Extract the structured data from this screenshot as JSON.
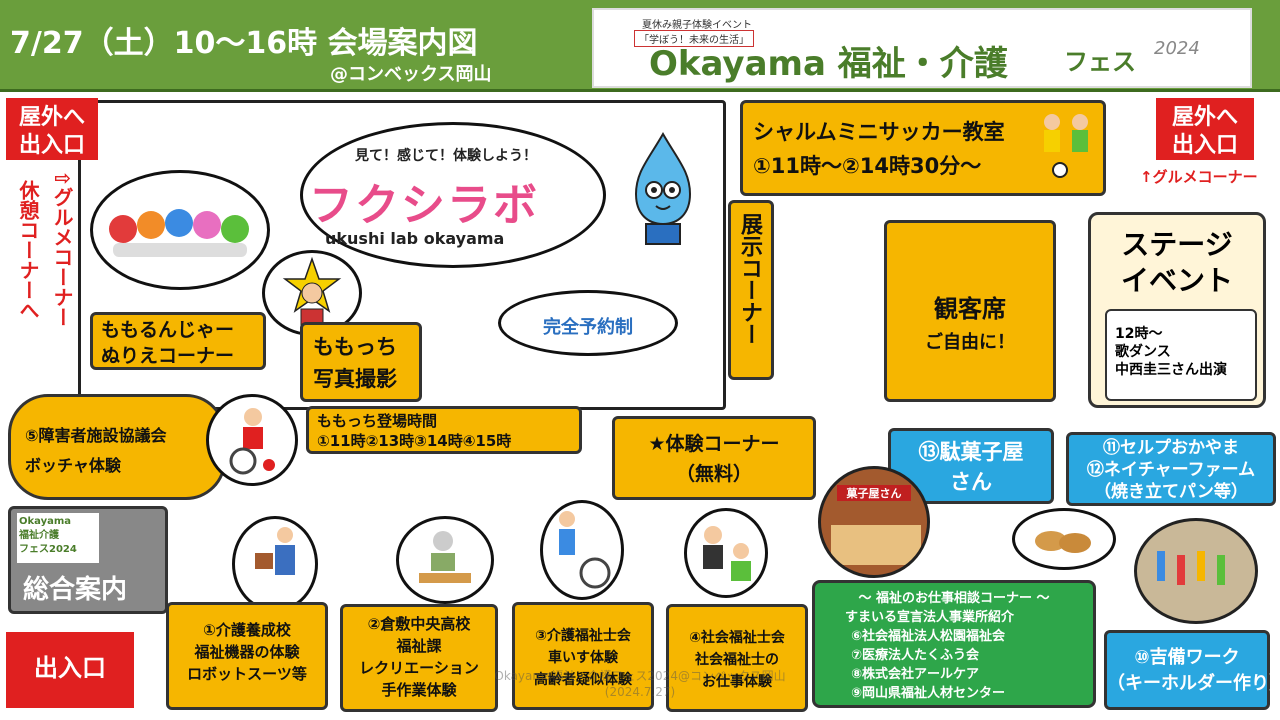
{
  "header": {
    "title": "7/27（土）10〜16時 会場案内図",
    "venue": "@コンベックス岡山"
  },
  "banner": {
    "tag1": "夏休み親子体験イベント",
    "tag2": "「学ぼう！未来の生活」",
    "main": "Okayama 福祉・介護",
    "fes": "フェス",
    "year": "2024"
  },
  "entrances": {
    "outdoor_left": "屋外へ\n出入口",
    "outdoor_right": "屋外へ\n出入口",
    "main": "出入口"
  },
  "gourmet_left": "⇧グルメコーナー",
  "rest_corner": "休憩コーナーへ",
  "gourmet_right": "↑グルメコーナー",
  "fukushi_lab": {
    "catch": "見て！感じて！体験しよう！",
    "logo": "フクシラボ",
    "sub": "ukushi lab okayama",
    "reserve": "完全予約制"
  },
  "momorun": "ももるんじゃー\nぬりえコーナー",
  "momochi_photo": "ももっち\n写真撮影",
  "momochi_times": "ももっち登場時間\n①11時②13時③14時④15時",
  "exhibit": "展示コーナー",
  "soccer": "シャルムミニサッカー教室\n①11時〜②14時30分〜",
  "seats": {
    "title": "観客席",
    "sub": "ご自由に！"
  },
  "stage": {
    "title": "ステージ\nイベント",
    "detail": "12時〜\n歌ダンス\n中西圭三さん出演"
  },
  "boccia": "⑤障害者施設協議会\nボッチャ体験",
  "taiken": "★体験コーナー\n（無料）",
  "dagashi": "⑬駄菓子屋\nさん",
  "selfbread": "⑪セルプおかやま\n⑫ネイチャーファーム\n（焼き立てパン等）",
  "info": {
    "logo": "Okayama\n福祉介護\nフェス2024",
    "label": "総合案内"
  },
  "booths": [
    "①介護養成校\n福祉機器の体験\nロボットスーツ等",
    "②倉敷中央高校\n福祉課\nレクリエーション\n手作業体験",
    "③介護福祉士会\n車いす体験\n高齢者疑似体験",
    "④社会福祉士会\n社会福祉士の\nお仕事体験"
  ],
  "consult": {
    "title": "〜 福祉のお仕事相談コーナー 〜",
    "lines": [
      "すまいる宣言法人事業所紹介",
      "⑥社会福祉法人松園福祉会",
      "⑦医療法人たくふう会",
      "⑧株式会社アールケア",
      "⑨岡山県福祉人材センター"
    ]
  },
  "kibi": "⑩吉備ワーク\n（キーホルダー作り）",
  "dagashi_sign": "菓子屋さん",
  "watermark": "Okayama福祉・介護フェス2024@コンベックス岡山\n(2024.7.27)",
  "colors": {
    "green_header": "#6a9e3c",
    "orange": "#f6b600",
    "blue": "#2aa7e0",
    "red": "#e02020",
    "green_box": "#2ea64a"
  }
}
